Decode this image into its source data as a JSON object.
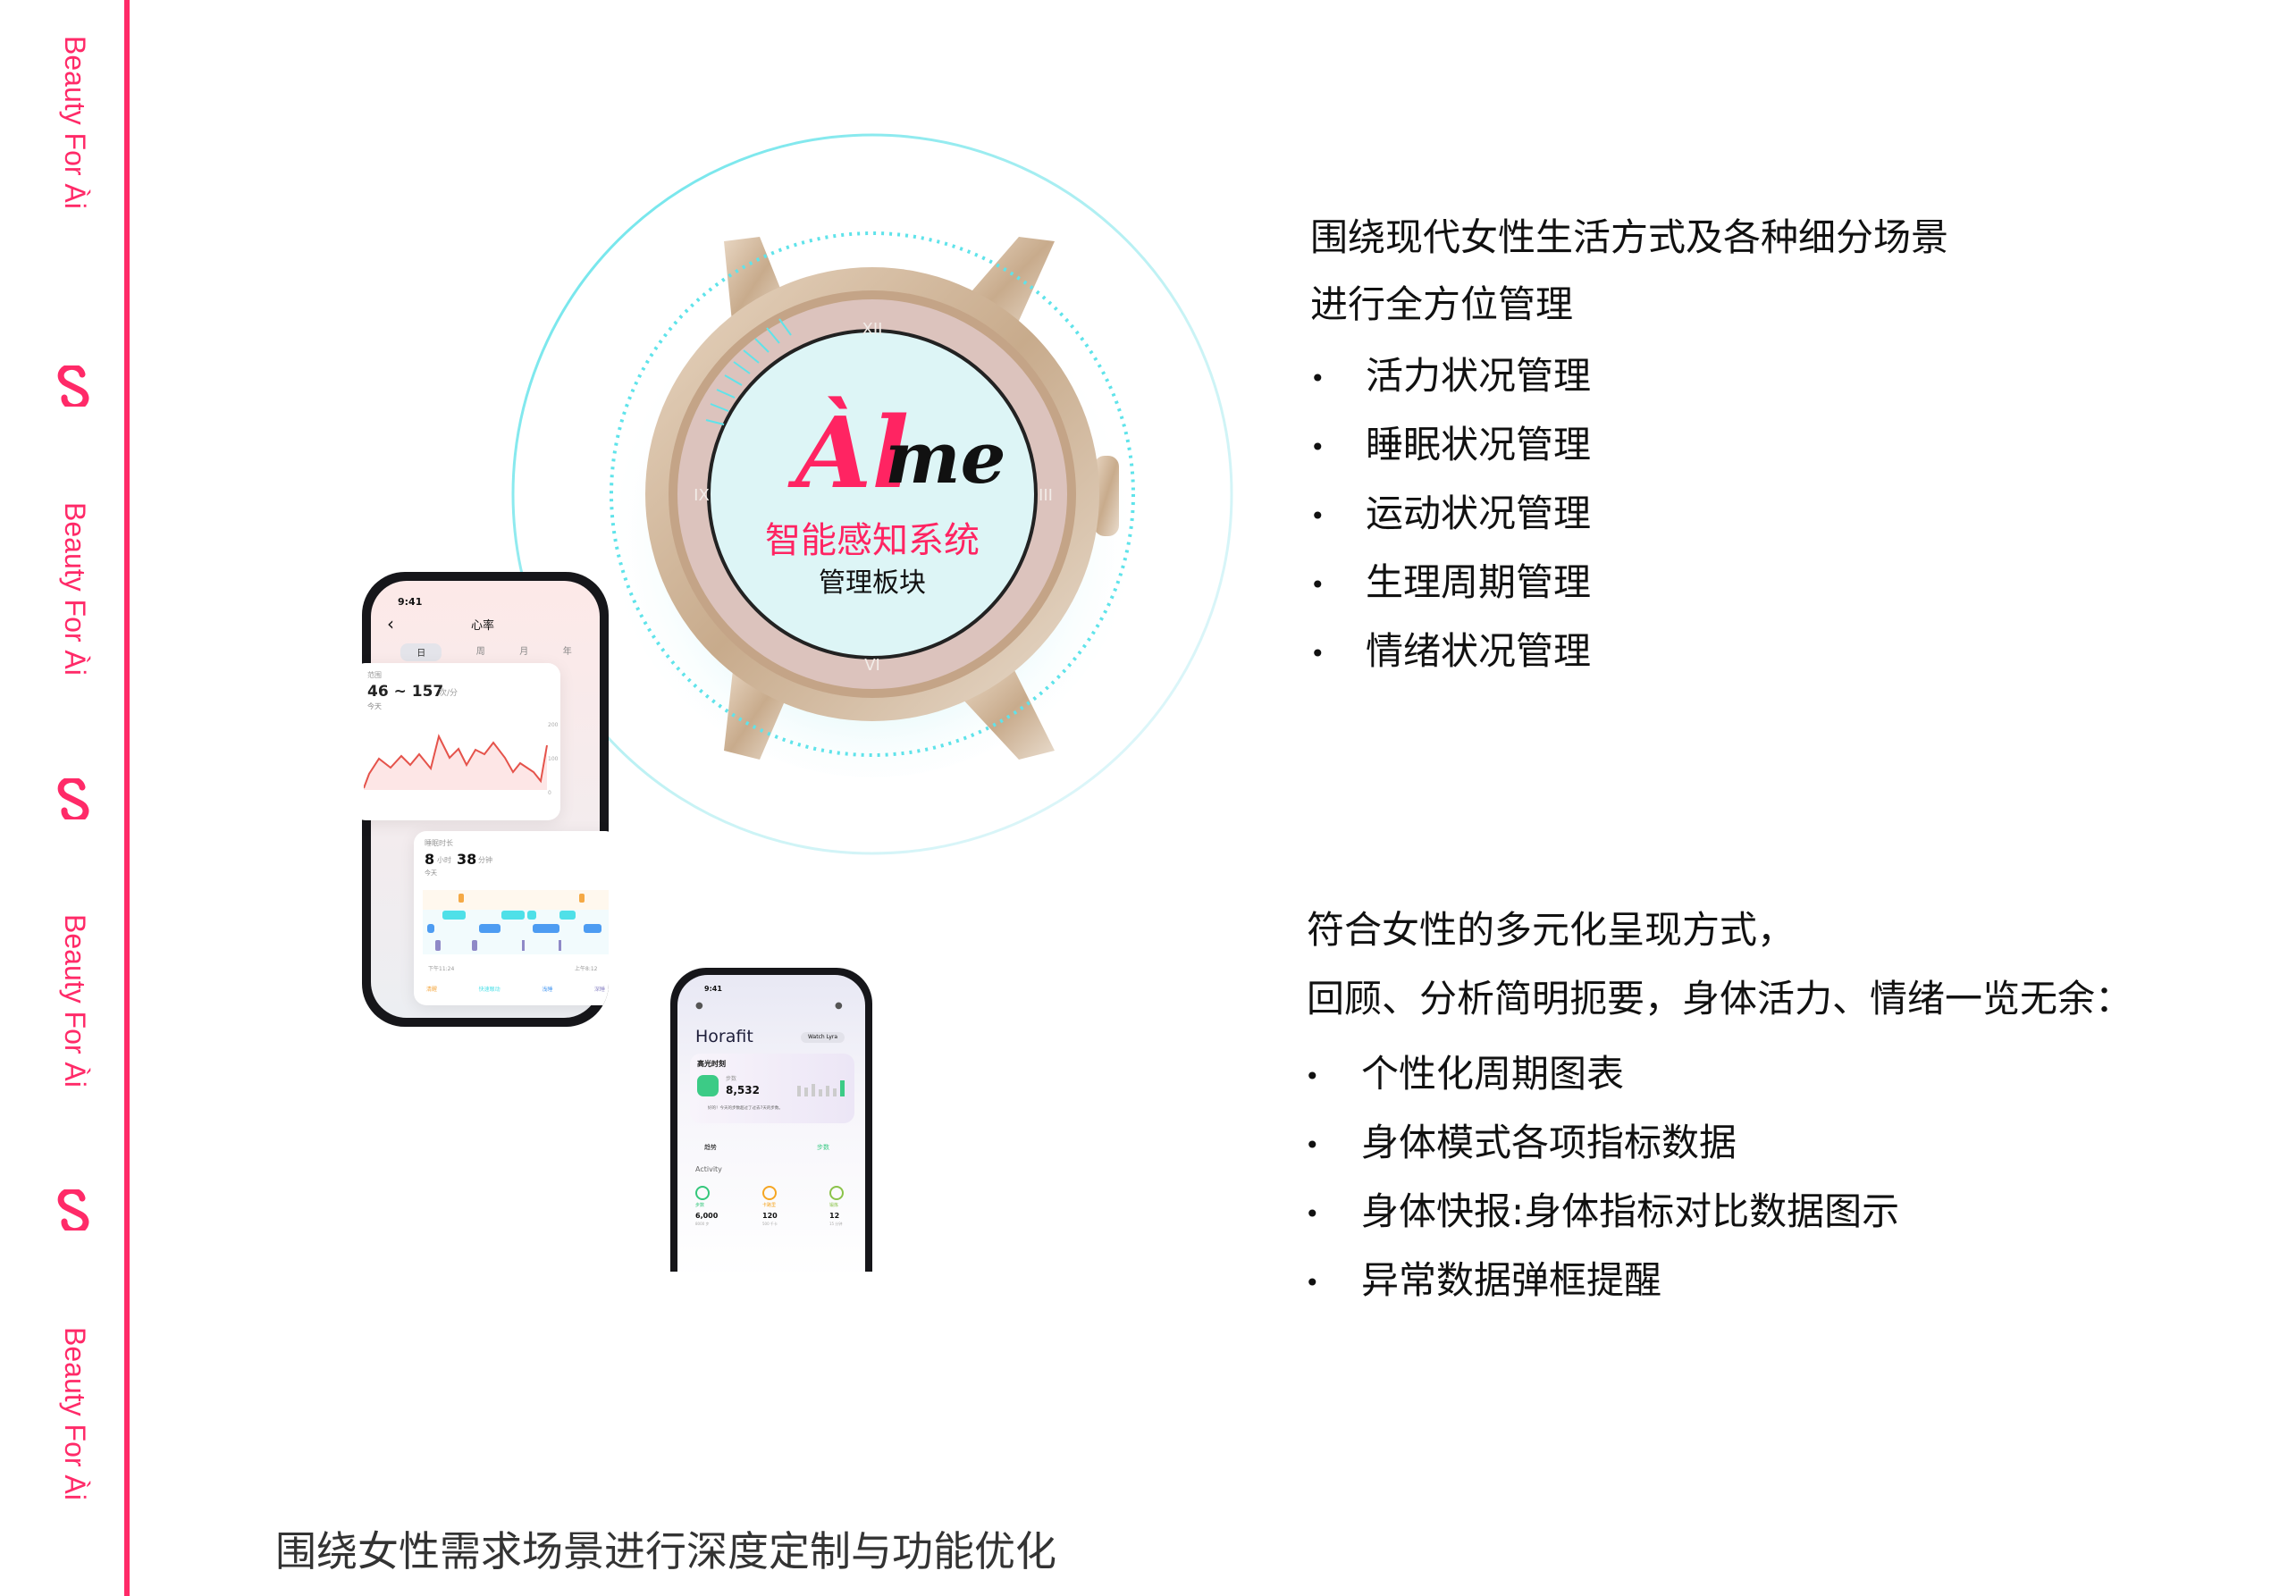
{
  "sidebar": {
    "brand_text": "Beauty For Ài",
    "accent": "#ff2a68"
  },
  "watch": {
    "logo_ai": "Àl",
    "logo_me": "me",
    "title": "智能感知系统",
    "subtitle": "管理板块",
    "numerals": [
      "XII",
      "III",
      "VI",
      "IX"
    ]
  },
  "section1": {
    "heading": [
      "围绕现代女性生活方式及各种细分场景",
      "进行全方位管理"
    ],
    "items": [
      "活力状况管理",
      "睡眠状况管理",
      "运动状况管理",
      "生理周期管理",
      "情绪状况管理"
    ]
  },
  "section2": {
    "heading": [
      "符合女性的多元化呈现方式，",
      "回顾、分析简明扼要，身体活力、情绪一览无余："
    ],
    "items": [
      "个性化周期图表",
      "身体模式各项指标数据",
      "身体快报:身体指标对比数据图示",
      "异常数据弹框提醒"
    ]
  },
  "caption": "围绕女性需求场景进行深度定制与功能优化",
  "phone1": {
    "time": "9:41",
    "title": "心率",
    "tabs": [
      "日",
      "周",
      "月",
      "年"
    ],
    "hr_label": "范围",
    "hr_range": "46 ~ 157",
    "hr_unit": "次/分",
    "hr_day": "今天",
    "hr_axis": [
      "200",
      "100",
      "0"
    ],
    "sleep_label": "睡眠时长",
    "sleep_h": "8",
    "sleep_h_unit": "小时",
    "sleep_m": "38",
    "sleep_m_unit": "分钟",
    "sleep_day": "今天",
    "sleep_start": "下午11:24",
    "sleep_end": "上午8:12",
    "legend": [
      "清醒",
      "快速眼动",
      "浅睡",
      "深睡"
    ]
  },
  "phone2": {
    "time": "9:41",
    "brand": "Horafit",
    "device": "Watch Lyra",
    "highlight_title": "高光时刻",
    "steps_label": "步数",
    "steps_value": "8,532",
    "highlight_note": "好的！今天的步数超过了过去7天的步数。",
    "trend_label": "趋势",
    "trend_link": "步数",
    "activity_title": "Activity",
    "activity": [
      {
        "label": "步数",
        "value": "6,000",
        "goal": "8000 步",
        "color": "#34c77b"
      },
      {
        "label": "卡路里",
        "value": "120",
        "goal": "500 千卡",
        "color": "#f5a623"
      },
      {
        "label": "锻炼",
        "value": "12",
        "goal": "15 分钟",
        "color": "#8bc34a"
      }
    ]
  }
}
